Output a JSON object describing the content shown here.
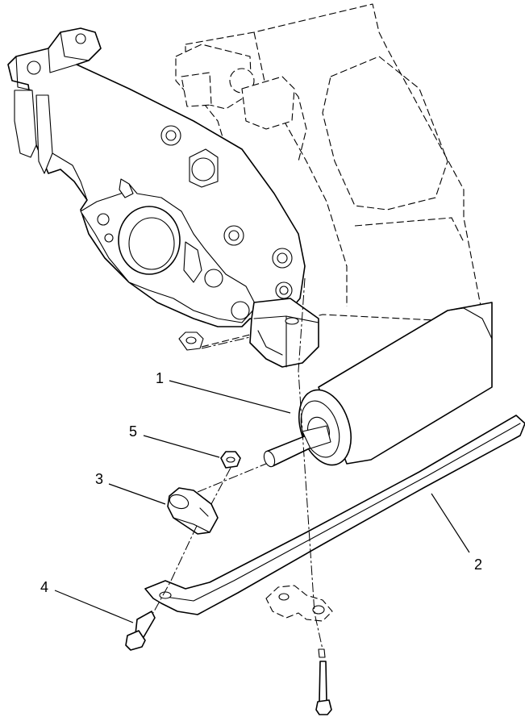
{
  "diagram": {
    "callouts": [
      {
        "id": "1",
        "label": "1"
      },
      {
        "id": "2",
        "label": "2"
      },
      {
        "id": "3",
        "label": "3"
      },
      {
        "id": "4",
        "label": "4"
      },
      {
        "id": "5",
        "label": "5"
      }
    ],
    "colors": {
      "line": "#000000",
      "background": "#ffffff"
    }
  }
}
